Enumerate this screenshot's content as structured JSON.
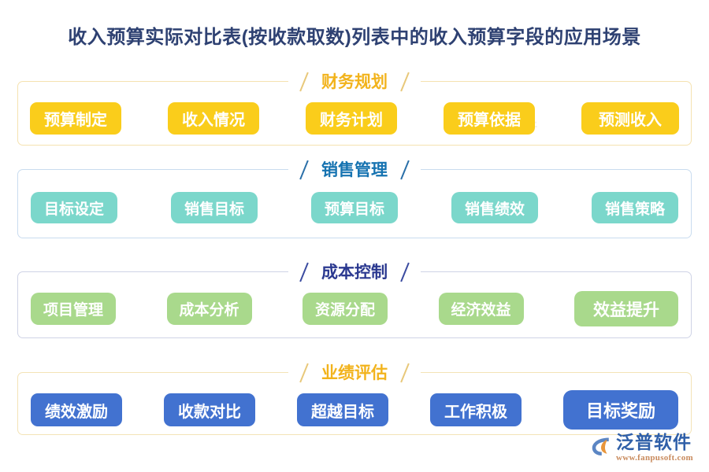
{
  "title": "收入预算实际对比表(按收款取数)列表中的收入预算字段的应用场景",
  "watermark": {
    "text": "泛普软件"
  },
  "colors": {
    "title": "#2e4172",
    "section1_accent": "#f2b31c",
    "section1_pill": "#facd1b",
    "section2_accent": "#1673b1",
    "section2_pill": "#7bd7cb",
    "section3_accent": "#2b3990",
    "section3_pill": "#a9d98c",
    "section4_accent": "#f2b31c",
    "section4_pill": "#4272d0",
    "brand_name": "#2f5fa8",
    "brand_url": "#c98b5e",
    "background": "#ffffff"
  },
  "sections": [
    {
      "id": "financial-planning",
      "title": "财务规划",
      "items": [
        "预算制定",
        "收入情况",
        "财务计划",
        "预算依据",
        "预测收入"
      ]
    },
    {
      "id": "sales-management",
      "title": "销售管理",
      "items": [
        "目标设定",
        "销售目标",
        "预算目标",
        "销售绩效",
        "销售策略"
      ]
    },
    {
      "id": "cost-control",
      "title": "成本控制",
      "items": [
        "项目管理",
        "成本分析",
        "资源分配",
        "经济效益",
        "效益提升"
      ]
    },
    {
      "id": "performance-evaluation",
      "title": "业绩评估",
      "items": [
        "绩效激励",
        "收款对比",
        "超越目标",
        "工作积极",
        "目标奖励"
      ]
    }
  ],
  "brand": {
    "name": "泛普软件",
    "url": "www.fanpusoft.com"
  }
}
